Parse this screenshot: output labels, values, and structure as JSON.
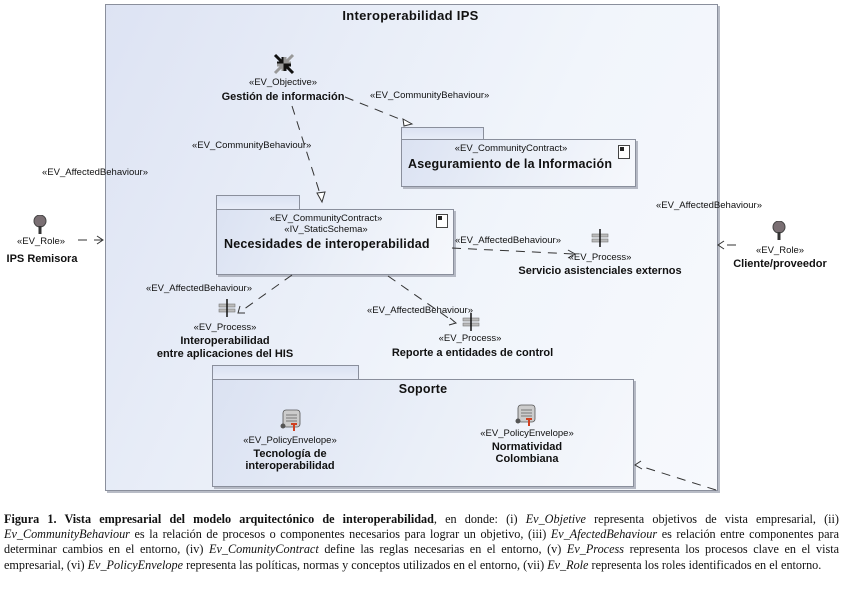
{
  "frame": {
    "title": "Interoperabilidad IPS"
  },
  "objective": {
    "stereotype": "«EV_Objective»",
    "name": "Gestión de información",
    "icon": "objective-icon"
  },
  "contract_aseguramiento": {
    "stereotype": "«EV_CommunityContract»",
    "name": "Aseguramiento de la Información",
    "icon": "document-icon"
  },
  "contract_necesidades": {
    "stereotype1": "«EV_CommunityContract»",
    "stereotype2": "«IV_StaticSchema»",
    "name": "Necesidades de interoperabilidad",
    "icon": "document-icon"
  },
  "role_left": {
    "stereotype": "«EV_Role»",
    "name": "IPS Remisora",
    "icon": "role-icon"
  },
  "role_right": {
    "stereotype": "«EV_Role»",
    "name": "Cliente/proveedor",
    "icon": "role-icon"
  },
  "process_servicio": {
    "stereotype": "«EV_Process»",
    "name": "Servicio asistenciales externos",
    "icon": "process-icon"
  },
  "process_interop": {
    "stereotype": "«EV_Process»",
    "name_line1": "Interoperabilidad",
    "name_line2": "entre aplicaciones del HIS",
    "icon": "process-icon"
  },
  "process_reporte": {
    "stereotype": "«EV_Process»",
    "name": "Reporte a entidades de control",
    "icon": "process-icon"
  },
  "soporte": {
    "title": "Soporte",
    "policy1": {
      "stereotype": "«EV_PolicyEnvelope»",
      "name_line1": "Tecnología de",
      "name_line2": "interoperabilidad",
      "icon": "certificate-icon"
    },
    "policy2": {
      "stereotype": "«EV_PolicyEnvelope»",
      "name_line1": "Normatividad",
      "name_line2": "Colombiana",
      "icon": "certificate-icon"
    }
  },
  "relations": {
    "community_behaviour_1": "«EV_CommunityBehaviour»",
    "community_behaviour_2": "«EV_CommunityBehaviour»",
    "affected_left": "«EV_AffectedBehaviour»",
    "affected_right": "«EV_AffectedBehaviour»",
    "affected_servicio": "«EV_AffectedBehaviour»",
    "affected_interop": "«EV_AffectedBehaviour»",
    "affected_reporte": "«EV_AffectedBehaviour»"
  },
  "caption": {
    "label": "Figura 1. Vista empresarial del modelo arquitectónico de interoperabilidad",
    "t1": ", en donde: (i) ",
    "i1": "Ev_Objetive",
    "t2": " representa objetivos de vista empresarial, (ii) ",
    "i2": "Ev_CommunityBehaviour",
    "t3": " es la relación de procesos o componentes necesarios para lograr un objetivo, (iii) ",
    "i3": "Ev_AfectedBehaviour",
    "t4": " es relación entre componentes para determinar cambios en el entorno, (iv) ",
    "i4": "Ev_ComunityContract",
    "t5": " define las reglas necesarias en el entorno, (v) ",
    "i5": "Ev_Process",
    "t6": " representa los procesos clave en el vista empresarial, (vi) ",
    "i6": "Ev_PolicyEnvelope",
    "t7": " representa las políticas, normas y conceptos utilizados en el entorno, (vii) ",
    "i7": "Ev_Role",
    "t8": " representa los roles identificados en el entorno."
  }
}
